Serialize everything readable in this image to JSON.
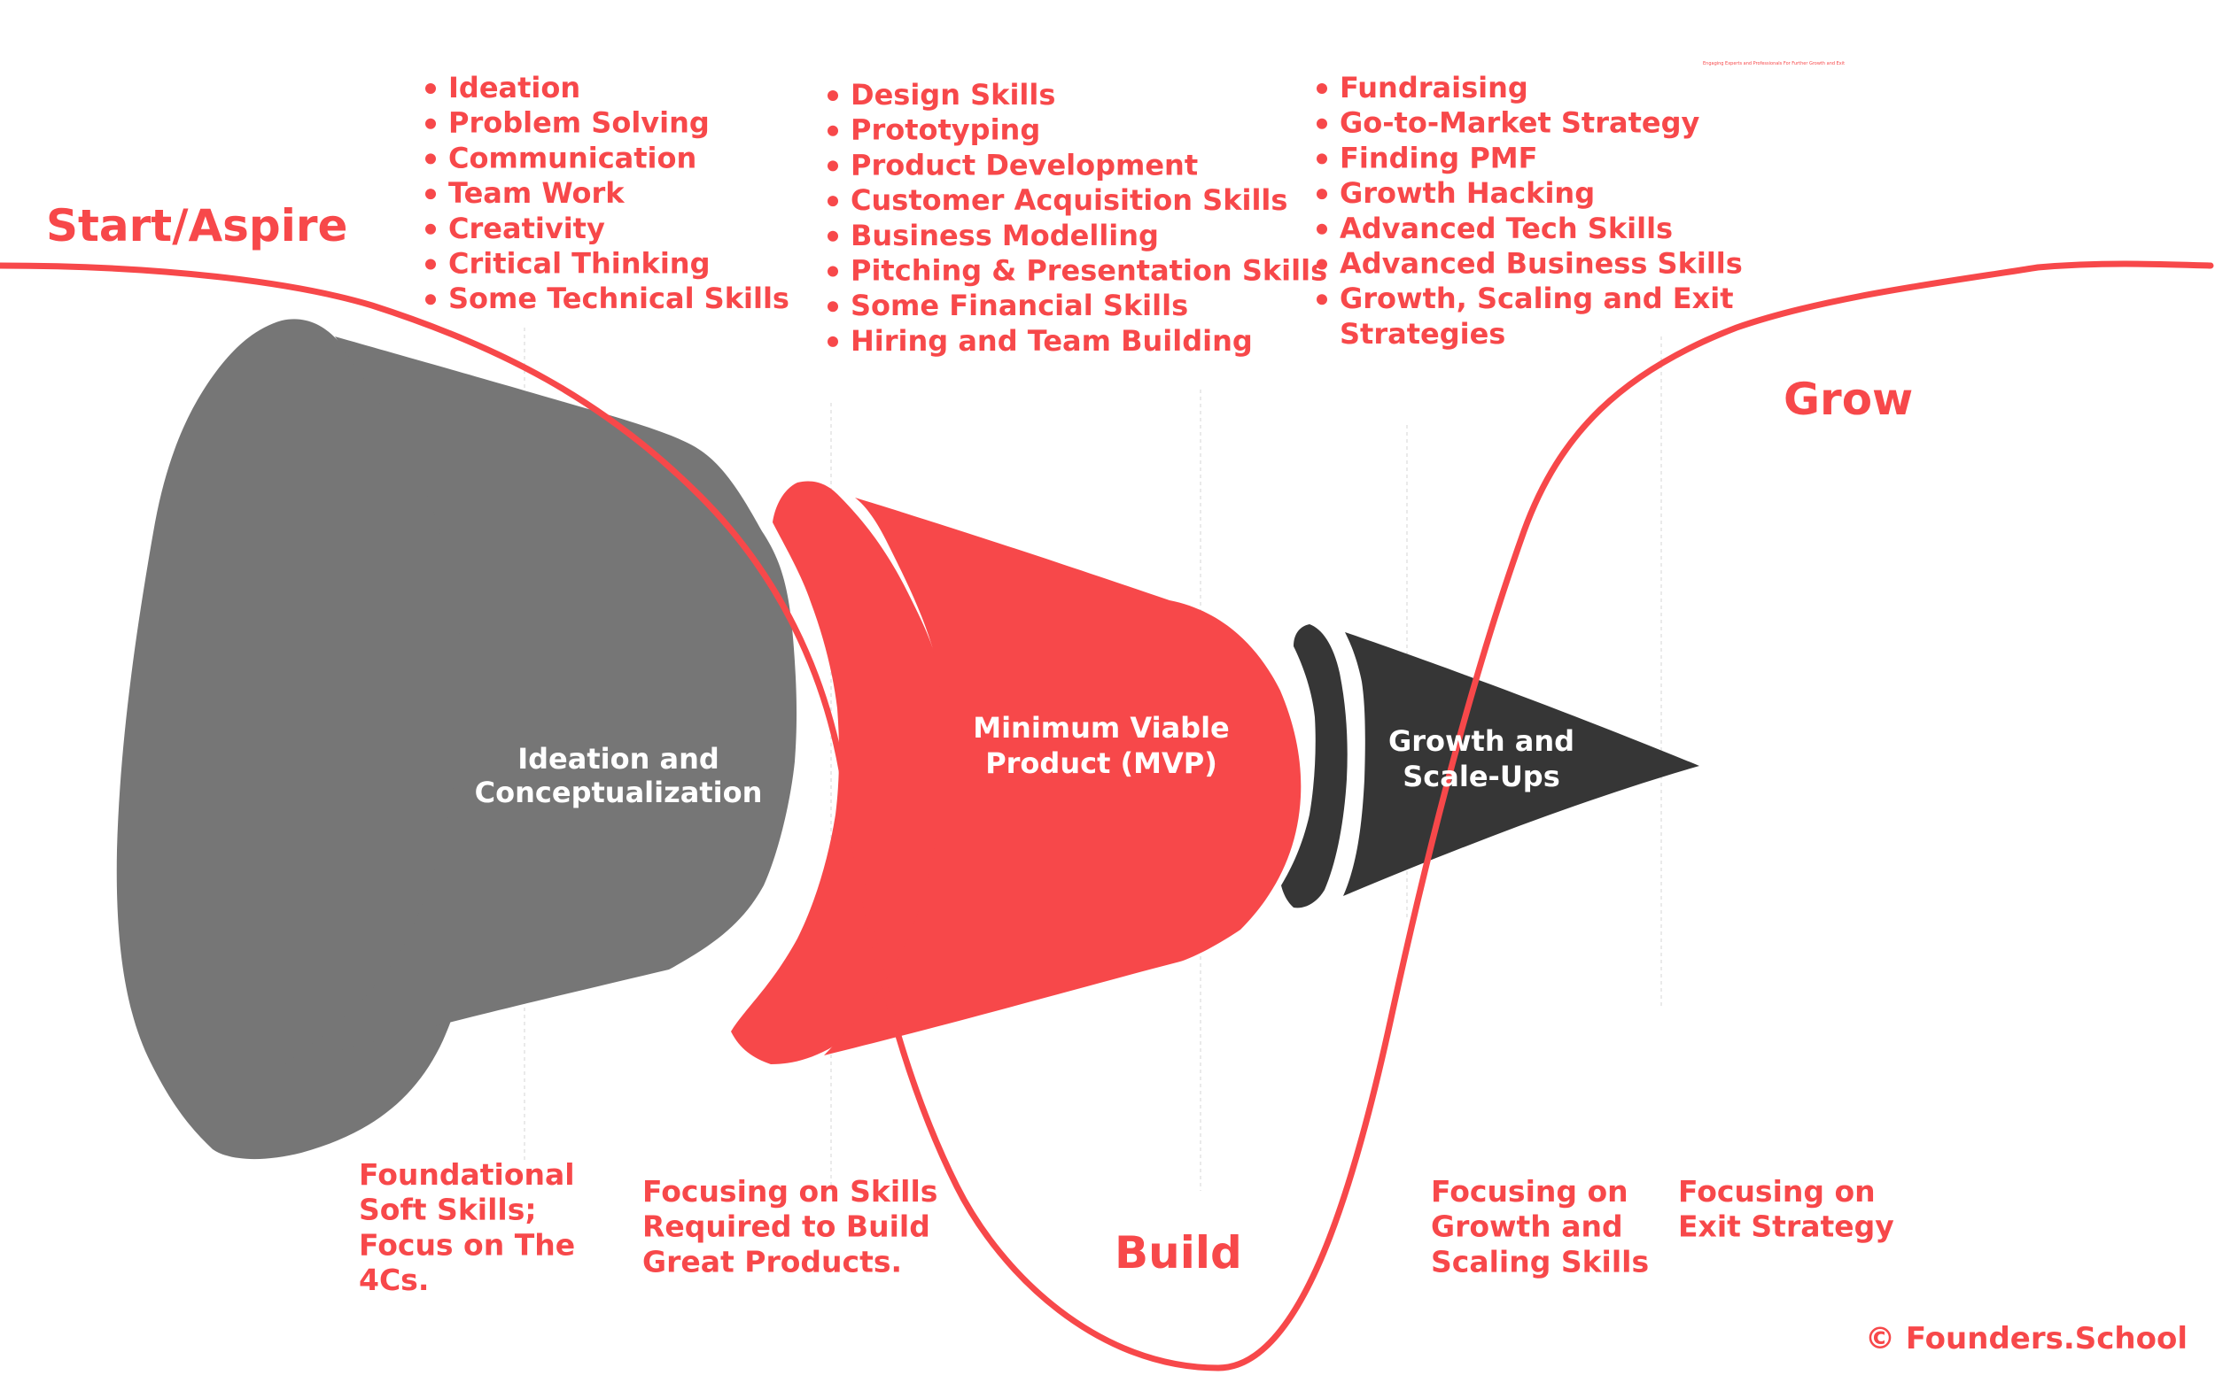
{
  "colors": {
    "accent_red": "#F7484A",
    "stage1_gray": "#767676",
    "stage3_dark": "#363636",
    "label_white": "#FFFFFF"
  },
  "stages": {
    "start": "Start/Aspire",
    "build": "Build",
    "grow": "Grow"
  },
  "note_small": "Engaging Experts and Professionals For Further Growth and Exit",
  "skills": {
    "ideation": [
      "Ideation",
      "Problem Solving",
      "Communication",
      "Team Work",
      "Creativity",
      "Critical Thinking",
      "Some Technical Skills"
    ],
    "mvp": [
      "Design Skills",
      "Prototyping",
      "Product Development",
      "Customer Acquisition Skills",
      "Business Modelling",
      "Pitching & Presentation Skills",
      "Some Financial Skills",
      "Hiring and Team Building"
    ],
    "growth": [
      "Fundraising",
      "Go-to-Market Strategy",
      "Finding PMF",
      "Growth Hacking",
      "Advanced Tech Skills",
      "Advanced Business Skills",
      "Growth, Scaling and Exit",
      "Strategies"
    ]
  },
  "funnel": {
    "stage1": [
      "Ideation and",
      "Conceptualization"
    ],
    "stage2": [
      "Minimum Viable",
      "Product (MVP)"
    ],
    "stage3": [
      "Growth and",
      "Scale-Ups"
    ]
  },
  "focus": {
    "f1": [
      "Foundational",
      "Soft Skills;",
      "Focus on The",
      "4Cs."
    ],
    "f2": [
      "Focusing on Skills",
      "Required to Build",
      "Great Products."
    ],
    "f3": [
      "Focusing on",
      "Growth and",
      "Scaling Skills"
    ],
    "f4": [
      "Focusing on",
      "Exit Strategy"
    ]
  },
  "copyright": "© Founders.School"
}
